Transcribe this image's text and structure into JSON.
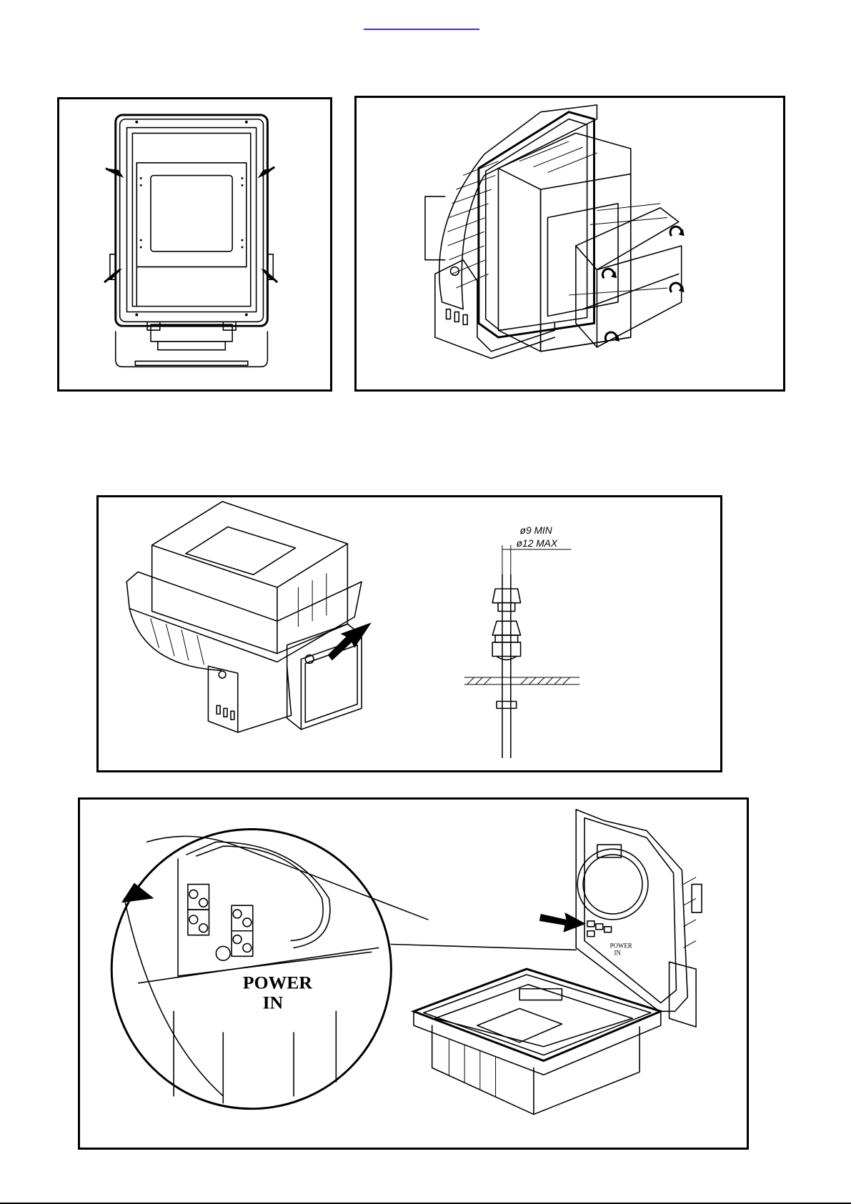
{
  "figures": {
    "cable_gland": {
      "min_diameter_label": "ø9  MIN",
      "max_diameter_label": "ø12  MAX"
    },
    "power_in": {
      "callout_line1": "POWER",
      "callout_line2": "IN"
    }
  }
}
